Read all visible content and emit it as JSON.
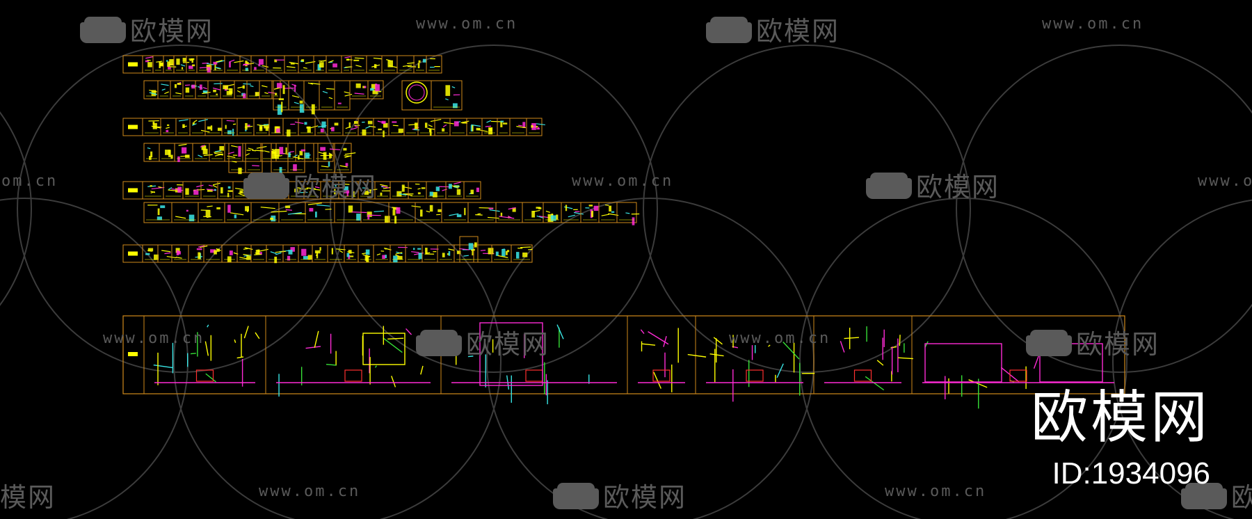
{
  "watermark": {
    "logo_text": "欧模网",
    "url_text": "www.om.cn",
    "url_fragment": "om.cn",
    "logo_fragment": "模网"
  },
  "brand": {
    "title": "欧模网",
    "id_text": "ID:1934096"
  },
  "colors": {
    "background": "#000000",
    "frame": "#d08a1a",
    "detail_yellow": "#ffff00",
    "detail_magenta": "#ff2bd6",
    "detail_cyan": "#39e6e6",
    "detail_green": "#37e037",
    "detail_red": "#ff3030",
    "watermark": "#5a5a5a"
  }
}
